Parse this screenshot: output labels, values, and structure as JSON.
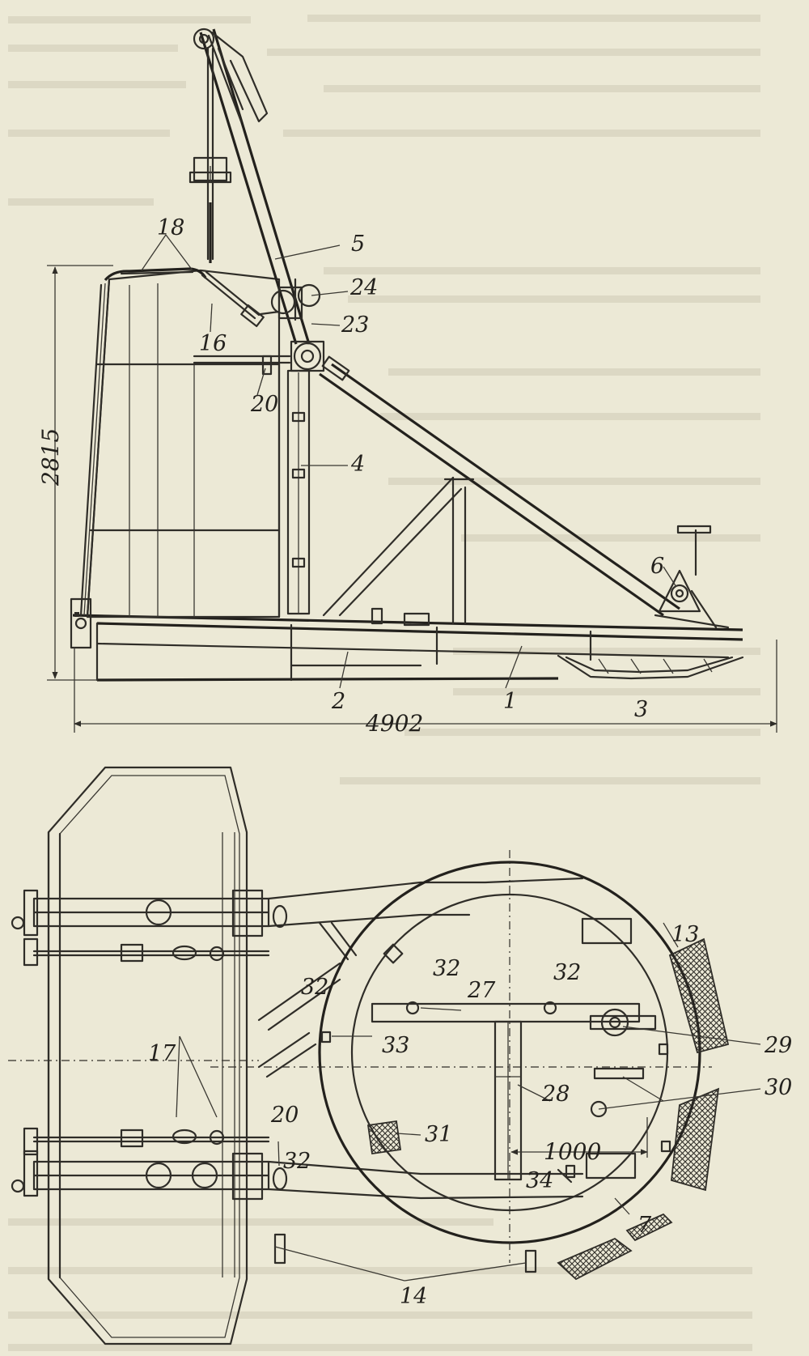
{
  "figure": {
    "dimensions": {
      "height_2815": "2815",
      "length_4902": "4902",
      "radius_1000": "1000"
    },
    "labels": {
      "l1": "1",
      "l2": "2",
      "l3": "3",
      "l4": "4",
      "l5": "5",
      "l6": "6",
      "l7": "7",
      "l13": "13",
      "l14": "14",
      "l16": "16",
      "l17": "17",
      "l18": "18",
      "l20a": "20",
      "l20b": "20",
      "l23": "23",
      "l24": "24",
      "l27": "27",
      "l28": "28",
      "l29": "29",
      "l30": "30",
      "l31": "31",
      "l32a": "32",
      "l32b": "32",
      "l32c": "32",
      "l32d": "32",
      "l33": "33",
      "l34": "34"
    }
  },
  "colors": {
    "paper": "#ece9d6",
    "ink": "#2f2d28"
  }
}
